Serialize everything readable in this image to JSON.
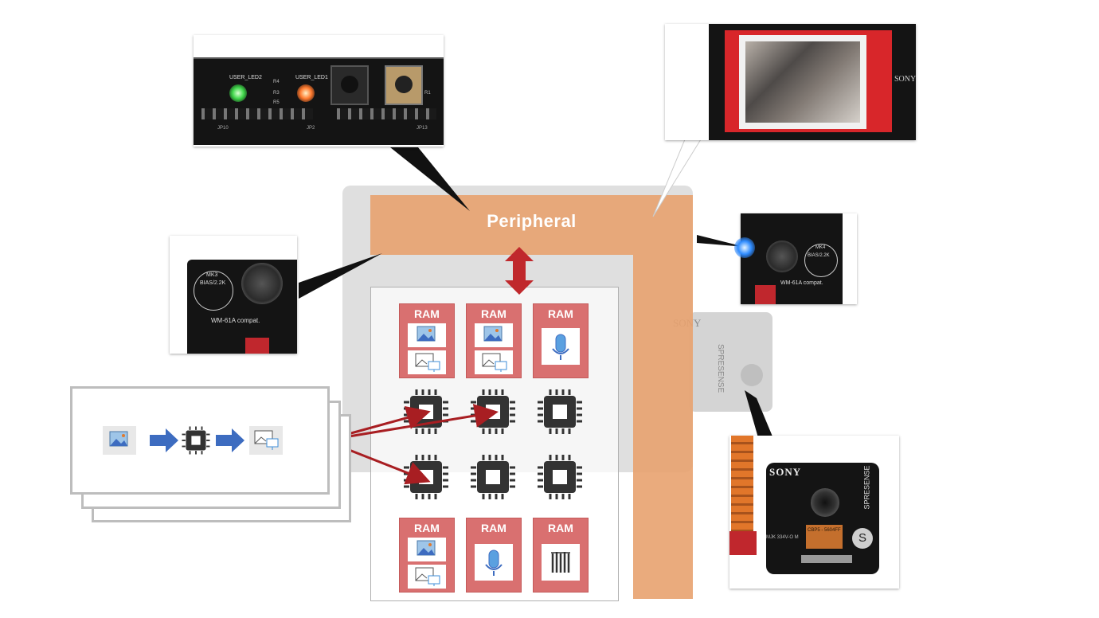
{
  "peripheral": {
    "label": "Peripheral"
  },
  "ram_top": [
    "RAM",
    "RAM",
    "RAM"
  ],
  "ram_bottom": [
    "RAM",
    "RAM",
    "RAM"
  ],
  "led_photo": {
    "labels": [
      "USER_LED2",
      "USER_LED1",
      "R4",
      "R3",
      "R5",
      "R1",
      "JP10",
      "JP2",
      "JP13"
    ]
  },
  "mic_photo": {
    "labels": [
      "MK3",
      "BIAS/2.2K",
      "WM-61A compat."
    ]
  },
  "blue_led_photo": {
    "labels": [
      "MK4",
      "BIAS/2.2K",
      "WM-61A compat."
    ]
  },
  "lcd_photo": {
    "labels": [
      "SONY"
    ]
  },
  "camera_photo": {
    "labels": [
      "SONY",
      "SPRESENSE",
      "S",
      "CBP5 - 5604FF",
      "MJK 334V-O M"
    ]
  },
  "board_ghost": {
    "labels": [
      "SONY",
      "SPRESENSE"
    ]
  },
  "colors": {
    "peripheral": "#e8a26f",
    "ram": "#d97070",
    "arrow": "#c0282c",
    "process_arrow": "#3d6cc0",
    "chip": "#333333"
  },
  "icons": [
    "image-icon",
    "image-to-display-icon",
    "microphone-icon",
    "audio-waveform-icon",
    "processor-icon"
  ]
}
